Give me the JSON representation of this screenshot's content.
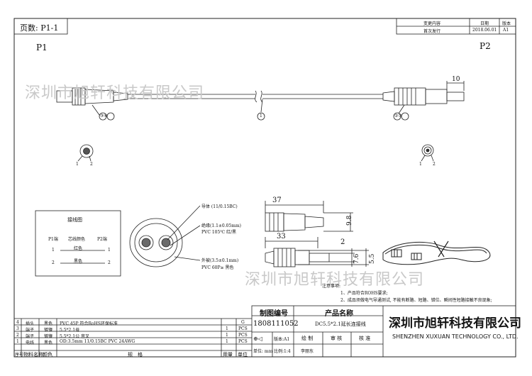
{
  "header": {
    "page_label": "页数: P1-1",
    "rev_table": {
      "headers": [
        "变更内容",
        "日期",
        "版本"
      ],
      "row": [
        "首次发行",
        "2018.06.01",
        "A1"
      ]
    }
  },
  "drawing": {
    "p1_label": "P1",
    "p2_label": "P2",
    "dim_10": "10",
    "callout_1": "1",
    "callout_p1": "③④",
    "callout_p2": "②③",
    "pin_labels_p1": [
      "1",
      "2"
    ],
    "pin_labels_p2": [
      "1",
      "2"
    ],
    "dim_37": "37",
    "dim_9_8": "9.8",
    "dim_33": "33",
    "dim_2": "2",
    "dim_7_6": "7.6",
    "dim_5_5": "5.5",
    "watermark_top": "深圳市旭轩科技有限公司",
    "watermark_bottom": "深圳市旭轩科技有限公司"
  },
  "wiring": {
    "title": "接线图",
    "headers": [
      "P1端",
      "芯线颜色",
      "P2端"
    ],
    "rows": [
      {
        "p1": "1",
        "color": "红色",
        "p2": "1"
      },
      {
        "p1": "2",
        "color": "黑色",
        "p2": "2"
      }
    ]
  },
  "cable_section": {
    "conductor": "导体 (11/0.15BC)",
    "insulation": "绝缘(1.1±0.05mm)",
    "insulation_material": "PVC 105℃ 红/黑",
    "jacket": "外被(3.5±0.1mm)",
    "jacket_material": "PVC 60P≥ 黑色"
  },
  "notes": {
    "title": "注意事项:",
    "items": [
      "1、产品符合ROHS要求;",
      "2、成品须做电气导通测试, 不能有断路、短路、错位、瞬间性短路接触不良现象;"
    ]
  },
  "bom": {
    "rows": [
      {
        "no": "4",
        "name": "插头",
        "color": "黑色",
        "spec": "PVC 45P 符合RoHS环保标准",
        "qty": "",
        "unit": "G"
      },
      {
        "no": "3",
        "name": "端子",
        "color": "镀镍",
        "spec": "5.5*2.1母",
        "qty": "1",
        "unit": "PCS"
      },
      {
        "no": "2",
        "name": "端子",
        "color": "镀镍",
        "spec": "5.5*2.1公 音叉",
        "qty": "1",
        "unit": "PCS"
      },
      {
        "no": "1",
        "name": "电线",
        "color": "黑色",
        "spec": "OD:3.5mm 11/0.15BC PVC 24AWG",
        "qty": "1",
        "unit": "PCS"
      }
    ],
    "headers": {
      "no": "序号",
      "name": "物料名称",
      "color": "颜色",
      "spec": "规　格",
      "qty": "用量",
      "unit": "单位"
    }
  },
  "title_block": {
    "drawing_no_label": "制图编号",
    "drawing_no": "1808111052",
    "product_label": "产品名称",
    "product_name": "DC5.5*2.1延长连接线",
    "version": "版本:A1",
    "draw_label": "绘 制",
    "review_label": "审 核",
    "approve_label": "核 准",
    "unit": "单位: mm",
    "scale": "比例:1:4",
    "drafter": "李丽东",
    "company_cn": "深圳市旭轩科技有限公司",
    "company_en": "SHENZHEN XUXUAN TECHNOLOGY CO., LTD."
  }
}
